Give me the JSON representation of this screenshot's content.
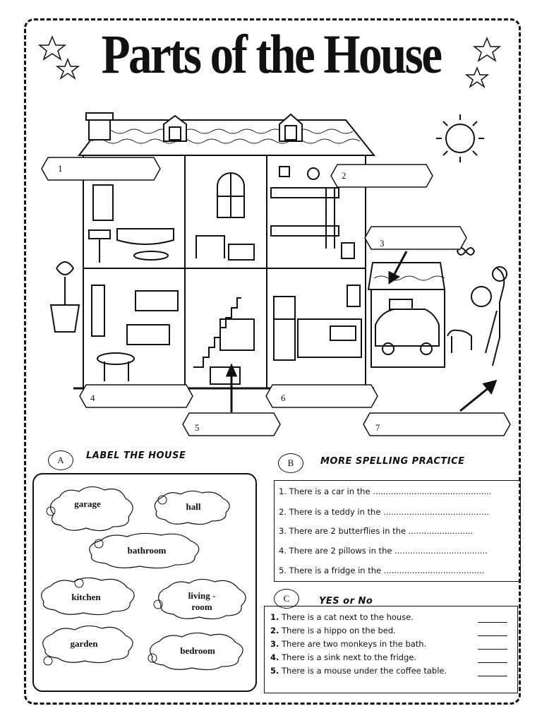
{
  "title": "Parts of the House",
  "labels": [
    {
      "num": "1"
    },
    {
      "num": "2"
    },
    {
      "num": "3"
    },
    {
      "num": "4"
    },
    {
      "num": "5"
    },
    {
      "num": "6"
    },
    {
      "num": "7"
    }
  ],
  "section_a": {
    "badge": "A",
    "title": "LABEL THE HOUSE",
    "words": [
      "garage",
      "hall",
      "bathroom",
      "kitchen",
      "living -",
      "room",
      "garden",
      "bedroom"
    ]
  },
  "section_b": {
    "badge": "B",
    "title": "MORE  SPELLING PRACTICE",
    "sentences": [
      "1.  There is a car in the ..............................................",
      "2.  There is a teddy in the .........................................",
      "3.  There are 2 butterflies in the  .........................",
      "4.  There are 2 pillows in the ....................................",
      "5.  There is a fridge in the  ......................................."
    ]
  },
  "section_c": {
    "badge": "C",
    "title": "YES or No",
    "items": [
      {
        "num": "1.",
        "text": " There is a cat next to the house."
      },
      {
        "num": "2.",
        "text": " There is a hippo on the bed."
      },
      {
        "num": "3.",
        "text": " There are two monkeys in the bath."
      },
      {
        "num": "4.",
        "text": " There is a sink next to the fridge."
      },
      {
        "num": "5.",
        "text": " There is a mouse under the coffee table."
      }
    ]
  }
}
